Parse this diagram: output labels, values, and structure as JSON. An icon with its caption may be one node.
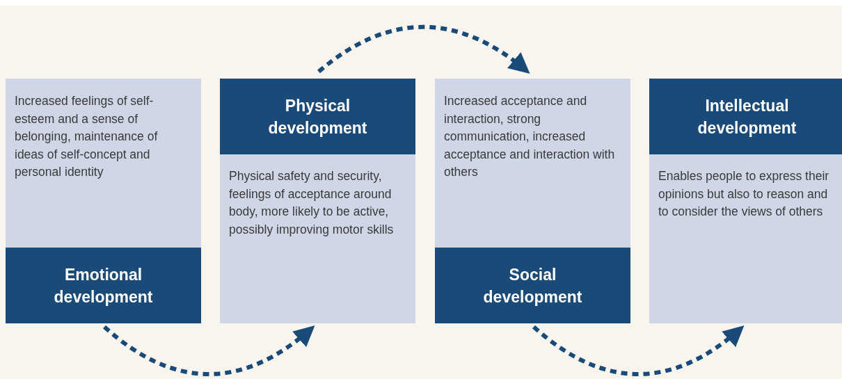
{
  "diagram": {
    "nodes": [
      {
        "text": [
          "Increased feelings of self-esteem and a sense of belonging, maintenance of ideas of self-concept and personal identity",
          "Emotional development"
        ]
      },
      {
        "text": [
          "Physical development",
          "Physical safety and security, feelings of acceptance around body, more likely to be active, possibly improving motor skills"
        ]
      },
      {
        "text": [
          "Increased acceptance and interaction, strong communication, increased acceptance and interaction with others",
          "Social development"
        ]
      },
      {
        "text": [
          "Intellectual development",
          "Enables people to express their opinions but also to reason and to consider the views of others"
        ]
      }
    ],
    "edges": [
      {
        "from": 0,
        "to": 1,
        "arrow": "to",
        "style": "dashed"
      },
      {
        "from": 1,
        "to": 2,
        "arrow": "to",
        "style": "dashed"
      },
      {
        "from": 2,
        "to": 3,
        "arrow": "to",
        "style": "dashed"
      }
    ]
  }
}
